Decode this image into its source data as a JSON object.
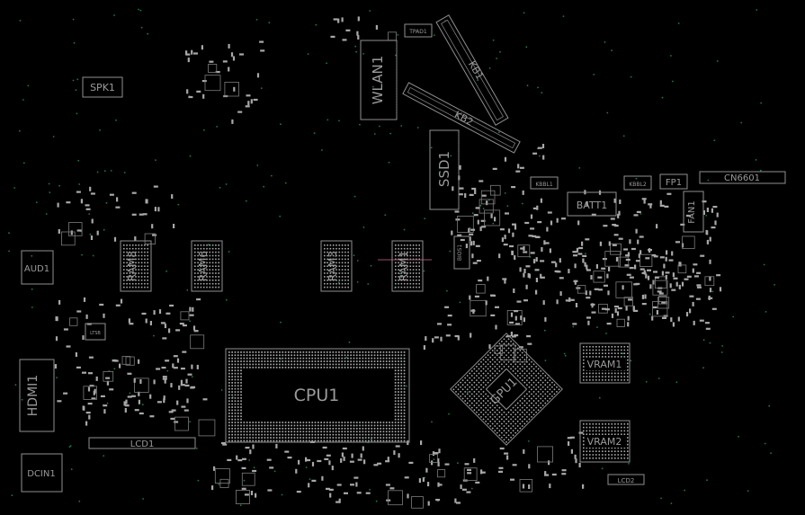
{
  "title": "Board view",
  "colors": {
    "background": "#000000",
    "outline": "#8f8f8f",
    "label": "#9a9a9a",
    "via": "#1e7a4a",
    "highlight": "#c46c8a"
  },
  "components": {
    "tpad1": "TPAD1",
    "kb1": "KB1",
    "kb2": "KB2",
    "wlan1": "WLAN1",
    "spk1": "SPK1",
    "ssd1": "SSD1",
    "kbbl1": "KBBL1",
    "kbbl2": "KBBL2",
    "fp1": "FP1",
    "cn6601": "CN6601",
    "batt1": "BATT1",
    "fan1": "FAN1",
    "aud1": "AUD1",
    "ram8": "RAM8",
    "ram6": "RAM6",
    "ram3": "RAM3",
    "ram1": "RAM1",
    "bios1": "BIOS1",
    "hdmi1": "HDMI1",
    "cpu1": "CPU1",
    "gpu1": "GPU1",
    "vram1": "VRAM1",
    "vram2": "VRAM2",
    "lcd1": "LCD1",
    "lcd2": "LCD2",
    "dcin1": "DCIN1",
    "ltsb": "LTSB"
  }
}
